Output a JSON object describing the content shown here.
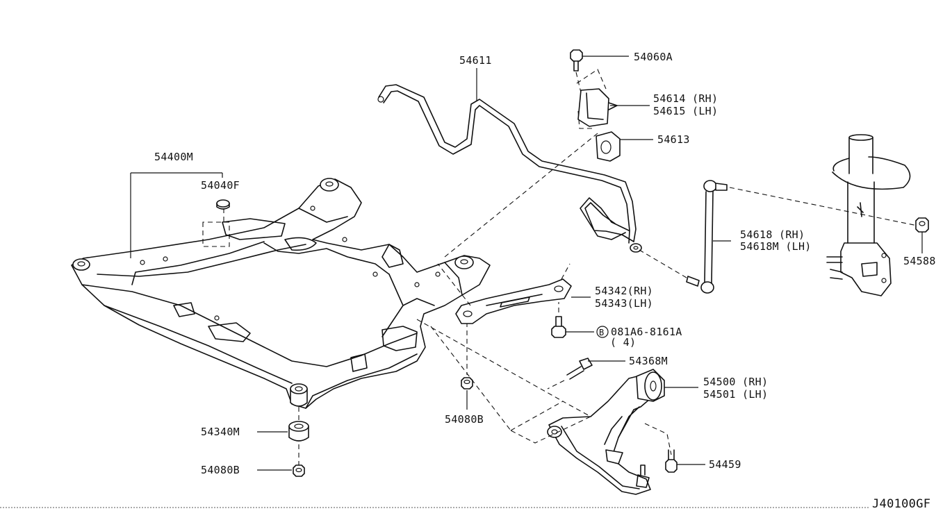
{
  "drawing_code": "J40100GF",
  "bolt_symbol": "B",
  "parts": {
    "crossmember": "54400M",
    "crossmember_plug": "54040F",
    "mount_insulator": "54340M",
    "nut_lower": "54080B",
    "nut_center": "54080B",
    "stabilizer_bar": "54611",
    "bracket_bolt": "54060A",
    "bracket_rh": "54614 (RH)",
    "bracket_lh": "54615 (LH)",
    "stabilizer_bushing": "54613",
    "link_rh": "54618 (RH)",
    "link_lh": "54618M (LH)",
    "link_nut": "54588",
    "stay_rh": "54342(RH)",
    "stay_lh": "54343(LH)",
    "stay_bolt": "081A6-8161A",
    "stay_bolt_qty": "( 4)",
    "arm_bolt": "54368M",
    "lower_arm_rh": "54500 (RH)",
    "lower_arm_lh": "54501 (LH)",
    "balljoint_bolt": "54459"
  }
}
